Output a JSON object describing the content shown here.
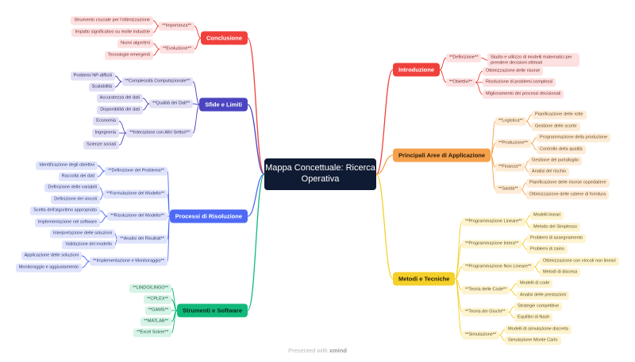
{
  "center_title": "Mappa Concettuale: Ricerca Operativa",
  "footer": {
    "prefix": "Presented with",
    "brand": "xmind"
  },
  "branches": [
    {
      "label": "Introduzione",
      "color": "#f0403c",
      "light": "#fde0e0",
      "text": "#7a2a2a",
      "side": "right",
      "children": [
        {
          "label": "**Definizione**",
          "children": [
            {
              "label": "Studio e utilizzo di modelli matematici per prendere decisioni ottimali"
            }
          ]
        },
        {
          "label": "**Obiettivi**",
          "children": [
            {
              "label": "Ottimizzazione delle risorse"
            },
            {
              "label": "Risoluzione di problemi complessi"
            },
            {
              "label": "Miglioramento dei processi decisionali"
            }
          ]
        }
      ]
    },
    {
      "label": "Principali Aree di Applicazione",
      "color": "#f5a04a",
      "light": "#fdebd6",
      "text": "#6b4a22",
      "side": "right",
      "main_text": "#2a1a08",
      "children": [
        {
          "label": "**Logistica**",
          "children": [
            {
              "label": "Pianificazione delle rotte"
            },
            {
              "label": "Gestione delle scorte"
            }
          ]
        },
        {
          "label": "**Produzione**",
          "children": [
            {
              "label": "Programmazione della produzione"
            },
            {
              "label": "Controllo della qualità"
            }
          ]
        },
        {
          "label": "**Finanza**",
          "children": [
            {
              "label": "Gestione del portafoglio"
            },
            {
              "label": "Analisi del rischio"
            }
          ]
        },
        {
          "label": "**Sanità**",
          "children": [
            {
              "label": "Pianificazione delle risorse ospedaliere"
            },
            {
              "label": "Ottimizzazione delle catene di fornitura"
            }
          ]
        }
      ]
    },
    {
      "label": "Metodi e Tecniche",
      "color": "#f5d029",
      "light": "#fdf3cf",
      "text": "#5e5020",
      "side": "right",
      "main_text": "#2a2205",
      "children": [
        {
          "label": "**Programmazione Lineare**",
          "children": [
            {
              "label": "Modelli lineari"
            },
            {
              "label": "Metodo del Simplesso"
            }
          ]
        },
        {
          "label": "**Programmazione Intera**",
          "children": [
            {
              "label": "Problemi di assegnamento"
            },
            {
              "label": "Problemi di zaino"
            }
          ]
        },
        {
          "label": "**Programmazione Non Lineare**",
          "children": [
            {
              "label": "Ottimizzazione con vincoli non lineari"
            },
            {
              "label": "Metodi di discesa"
            }
          ]
        },
        {
          "label": "**Teoria delle Code**",
          "children": [
            {
              "label": "Modelli di code"
            },
            {
              "label": "Analisi delle prestazioni"
            }
          ]
        },
        {
          "label": "**Teoria dei Giochi**",
          "children": [
            {
              "label": "Strategie competitive"
            },
            {
              "label": "Equilibri di Nash"
            }
          ]
        },
        {
          "label": "**Simulazione**",
          "children": [
            {
              "label": "Modelli di simulazione discreta"
            },
            {
              "label": "Simulazione Monte Carlo"
            }
          ]
        }
      ]
    },
    {
      "label": "Conclusione",
      "color": "#f0403c",
      "light": "#fde0e0",
      "text": "#7a2a2a",
      "side": "left",
      "children": [
        {
          "label": "**Importanza**",
          "children": [
            {
              "label": "Strumento cruciale per l'ottimizzazione"
            },
            {
              "label": "Impatto significativo su molte industrie"
            }
          ]
        },
        {
          "label": "**Evoluzione**",
          "children": [
            {
              "label": "Nuovi algoritmi"
            },
            {
              "label": "Tecnologie emergenti"
            }
          ]
        }
      ]
    },
    {
      "label": "Sfide e Limiti",
      "color": "#4b45c0",
      "light": "#e0dff5",
      "text": "#33305e",
      "side": "left",
      "children": [
        {
          "label": "**Complessità Computazionale**",
          "children": [
            {
              "label": "Problemi NP-difficili"
            },
            {
              "label": "Scalabilità"
            }
          ]
        },
        {
          "label": "**Qualità dei Dati**",
          "children": [
            {
              "label": "Accuratezza dei dati"
            },
            {
              "label": "Disponibilità dei dati"
            }
          ]
        },
        {
          "label": "**Interazione con Altri Settori**",
          "children": [
            {
              "label": "Economia"
            },
            {
              "label": "Ingegneria"
            },
            {
              "label": "Scienze sociali"
            }
          ]
        }
      ]
    },
    {
      "label": "Processi di Risoluzione",
      "color": "#4e6af5",
      "light": "#dfe3fc",
      "text": "#2e3a70",
      "side": "left",
      "children": [
        {
          "label": "**Definizione del Problema**",
          "children": [
            {
              "label": "Identificazione degli obiettivi"
            },
            {
              "label": "Raccolta dei dati"
            }
          ]
        },
        {
          "label": "**Formulazione del Modello**",
          "children": [
            {
              "label": "Definizione delle variabili"
            },
            {
              "label": "Definizione dei vincoli"
            }
          ]
        },
        {
          "label": "**Risoluzione del Modello**",
          "children": [
            {
              "label": "Scelta dell'algoritmo appropriato"
            },
            {
              "label": "Implementazione nel software"
            }
          ]
        },
        {
          "label": "**Analisi dei Risultati**",
          "children": [
            {
              "label": "Interpretazione delle soluzioni"
            },
            {
              "label": "Validazione del modello"
            }
          ]
        },
        {
          "label": "**Implementazione e Monitoraggio**",
          "children": [
            {
              "label": "Applicazione delle soluzioni"
            },
            {
              "label": "Monitoraggio e aggiustamento"
            }
          ]
        }
      ]
    },
    {
      "label": "Strumenti e Software",
      "color": "#10b97a",
      "light": "#d5f3e6",
      "text": "#1c5a40",
      "side": "left",
      "main_text": "#06281a",
      "children": [
        {
          "label": "**LINDO/LINGO**"
        },
        {
          "label": "**CPLEX**"
        },
        {
          "label": "**GAMS**"
        },
        {
          "label": "**MATLAB**"
        },
        {
          "label": "**Excel Solver**"
        }
      ]
    }
  ]
}
